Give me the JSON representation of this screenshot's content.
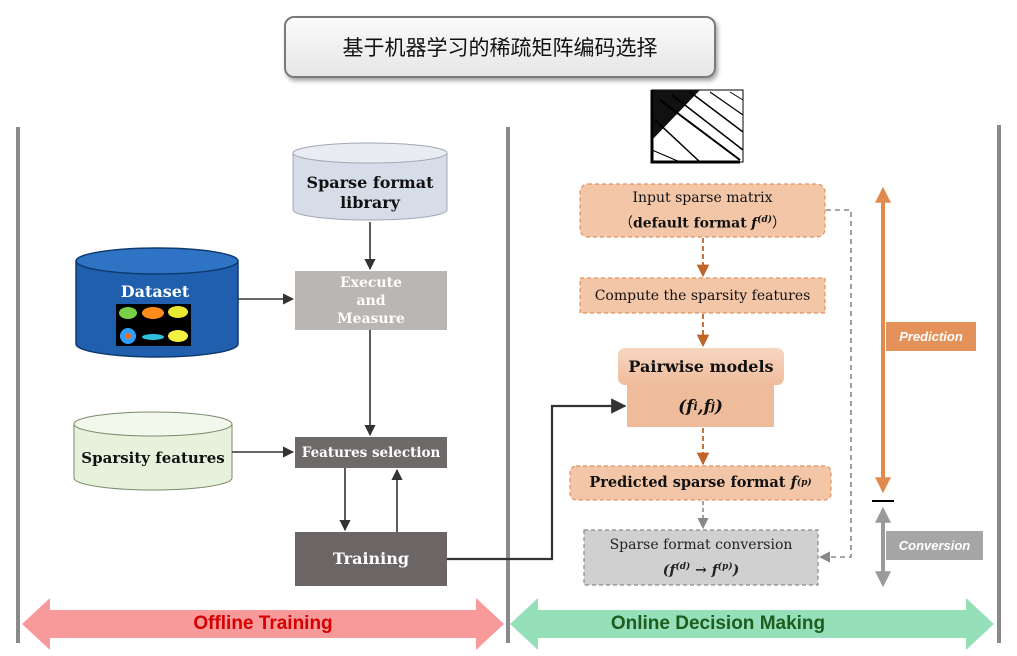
{
  "title": "基于机器学习的稀疏矩阵编码选择",
  "offline": {
    "sparse_format_library": [
      "Sparse format",
      "library"
    ],
    "dataset": "Dataset",
    "execute_measure": [
      "Execute",
      "and",
      "Measure"
    ],
    "sparsity_features": "Sparsity features",
    "features_selection": "Features selection",
    "training": "Training"
  },
  "online": {
    "input_matrix": "Input sparse matrix",
    "default_format_open": "（",
    "default_format": "default format",
    "f_symbol": "f",
    "sup_d": "(d)",
    "default_format_close": "）",
    "compute_features": "Compute the sparsity features",
    "pairwise_models": "Pairwise models",
    "pair_open": "(",
    "fi": "f",
    "sub_i": "i",
    "comma": ",",
    "fj": "f",
    "sub_j": "j",
    "pair_close": ")",
    "predicted_format": "Predicted sparse format",
    "sup_p": "(p)",
    "conversion": "Sparse format conversion",
    "conv_open": "(",
    "conv_arrow": "→",
    "conv_close": ")"
  },
  "side_labels": {
    "prediction": "Prediction",
    "conversion": "Conversion"
  },
  "banners": {
    "offline": "Offline Training",
    "online": "Online Decision Making"
  },
  "colors": {
    "offline_banner_fill": "#f99a9a",
    "offline_banner_text": "#d40000",
    "online_banner_fill": "#95dfb9",
    "online_banner_text": "#1e5c20",
    "pred_box": "#f3c6a8",
    "pred_border": "#e08a5a",
    "pred_arrow": "#c0652a",
    "dataset_blue": "#1f5fae",
    "library_blue": "#d6dde8",
    "features_green": "#e6f2dc",
    "gray_box": "#b7b4b2",
    "dark_box": "#6b6665"
  }
}
